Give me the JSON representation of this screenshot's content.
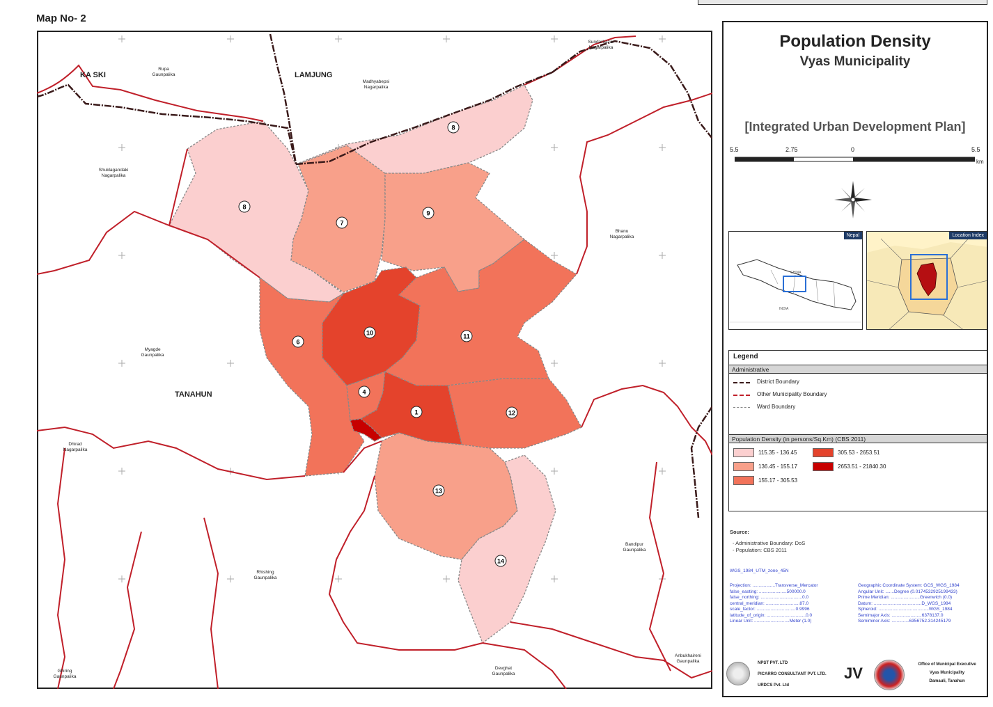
{
  "map_number": "Map No- 2",
  "title": "Population Density",
  "subtitle": "Vyas Municipality",
  "plan_name": "[Integrated Urban Development Plan]",
  "scale_bar": {
    "labels": [
      "5.5",
      "2.75",
      "0",
      "5.5"
    ],
    "unit": "km"
  },
  "insets": {
    "nepal_header": "Nepal",
    "nepal_china": "CHINA",
    "nepal_india": "INDIA",
    "location_header": "Location Index"
  },
  "wards": [
    {
      "id": "w1",
      "label": "1",
      "range_index": 3
    },
    {
      "id": "w4",
      "label": "4",
      "range_index": 2
    },
    {
      "id": "w6",
      "label": "6",
      "range_index": 2
    },
    {
      "id": "w7",
      "label": "7",
      "range_index": 1
    },
    {
      "id": "w8a",
      "label": "8",
      "range_index": 0
    },
    {
      "id": "w8b",
      "label": "8",
      "range_index": 0
    },
    {
      "id": "w9",
      "label": "9",
      "range_index": 1
    },
    {
      "id": "w10",
      "label": "10",
      "range_index": 3
    },
    {
      "id": "w11",
      "label": "11",
      "range_index": 2
    },
    {
      "id": "w12",
      "label": "12",
      "range_index": 2
    },
    {
      "id": "w13",
      "label": "13",
      "range_index": 1
    },
    {
      "id": "w14",
      "label": "14",
      "range_index": 0
    },
    {
      "id": "w2",
      "label": "",
      "range_index": 4
    }
  ],
  "place_labels": {
    "kaski": "KA SKI",
    "rupa1": "Rupa",
    "rupa2": "Gaunpalika",
    "lamjung": "LAMJUNG",
    "madhya1": "Madhyabepsi",
    "madhya2": "Nagarpalika",
    "sundar1": "Sundarbazar",
    "sundar2": "Nagarpalika",
    "shukla1": "Shuklagandaki",
    "shukla2": "Nagarpalika",
    "bhanu1": "Bhanu",
    "bhanu2": "Nagarpalika",
    "myagde1": "Myagde",
    "myagde2": "Gaunpalika",
    "tanahun": "TANAHUN",
    "dhirad1": "Dhirad",
    "dhirad2": "Nagarpalika",
    "bandi1": "Bandipur",
    "bandi2": "Gaunpalika",
    "rhishing1": "Rhishing",
    "rhishing2": "Gaunpalika",
    "ghiring1": "Ghiring",
    "ghiring2": "Gaunpalika",
    "devghat1": "Devghat",
    "devghat2": "Gaunpalika",
    "anbu1": "Anbukhaireni",
    "anbu2": "Gaunpalika"
  },
  "legend": {
    "title": "Legend",
    "admin_header": "Administrative",
    "district_boundary": "District Boundary",
    "other_municipality": "Other Municipality Boundary",
    "ward_boundary": "Ward Boundary",
    "density_header": "Population Density (in persons/Sq.Km) (CBS 2011)",
    "ranges": [
      {
        "label": "115.35 - 136.45",
        "color": "#fbcfcf"
      },
      {
        "label": "136.45 - 155.17",
        "color": "#f8a08a"
      },
      {
        "label": "155.17 - 305.53",
        "color": "#f2735a"
      },
      {
        "label": "305.53 - 2653.51",
        "color": "#e4432c"
      },
      {
        "label": "2653.51 - 21840.30",
        "color": "#c70000"
      }
    ]
  },
  "source": {
    "heading": "Source:",
    "line1": "- Administrative Boundary: DoS",
    "line2": "- Population: CBS 2011"
  },
  "projection": {
    "code": "WGS_1984_UTM_zone_45N",
    "left": [
      "Projection: ..................Transverse_Mercator",
      "false_easting: ......................500000.0",
      "false_northing: .................................0.0",
      "central_meridian: ...........................87.0",
      "scale_factor: ...............................0.9996",
      "latitude_of_origin: ...............................0.0",
      "Linear Unit: ............................Meter (1.0)"
    ],
    "right": [
      "Geographic Coordinate System: GCS_WGS_1984",
      "Angular Unit: .......Degree (0.0174532925199433)",
      "Prime Meridian: .......................Greenwich (0.0)",
      "Datum: ......................................D_WGS_1984",
      "Spheroid: ........................................WGS_1984",
      "Semimajor Axis: ........................6378137.0",
      "Semiminor Axis: ..............6356752.314245179"
    ]
  },
  "credits": {
    "line1": "NPST PVT. LTD",
    "line2": "PICARRO CONSULTANT PVT. LTD.",
    "line3": "URDCS Pvt. Ltd",
    "jv": "JV",
    "office1": "Office of Municipal Executive",
    "office2": "Vyas Municipality",
    "office3": "Damauli, Tanahun"
  },
  "colors": {
    "district_boundary": "#3a1a1a",
    "municipality_boundary": "#c0202a",
    "ward_boundary": "#888888",
    "grid_tick": "#5566cc"
  }
}
